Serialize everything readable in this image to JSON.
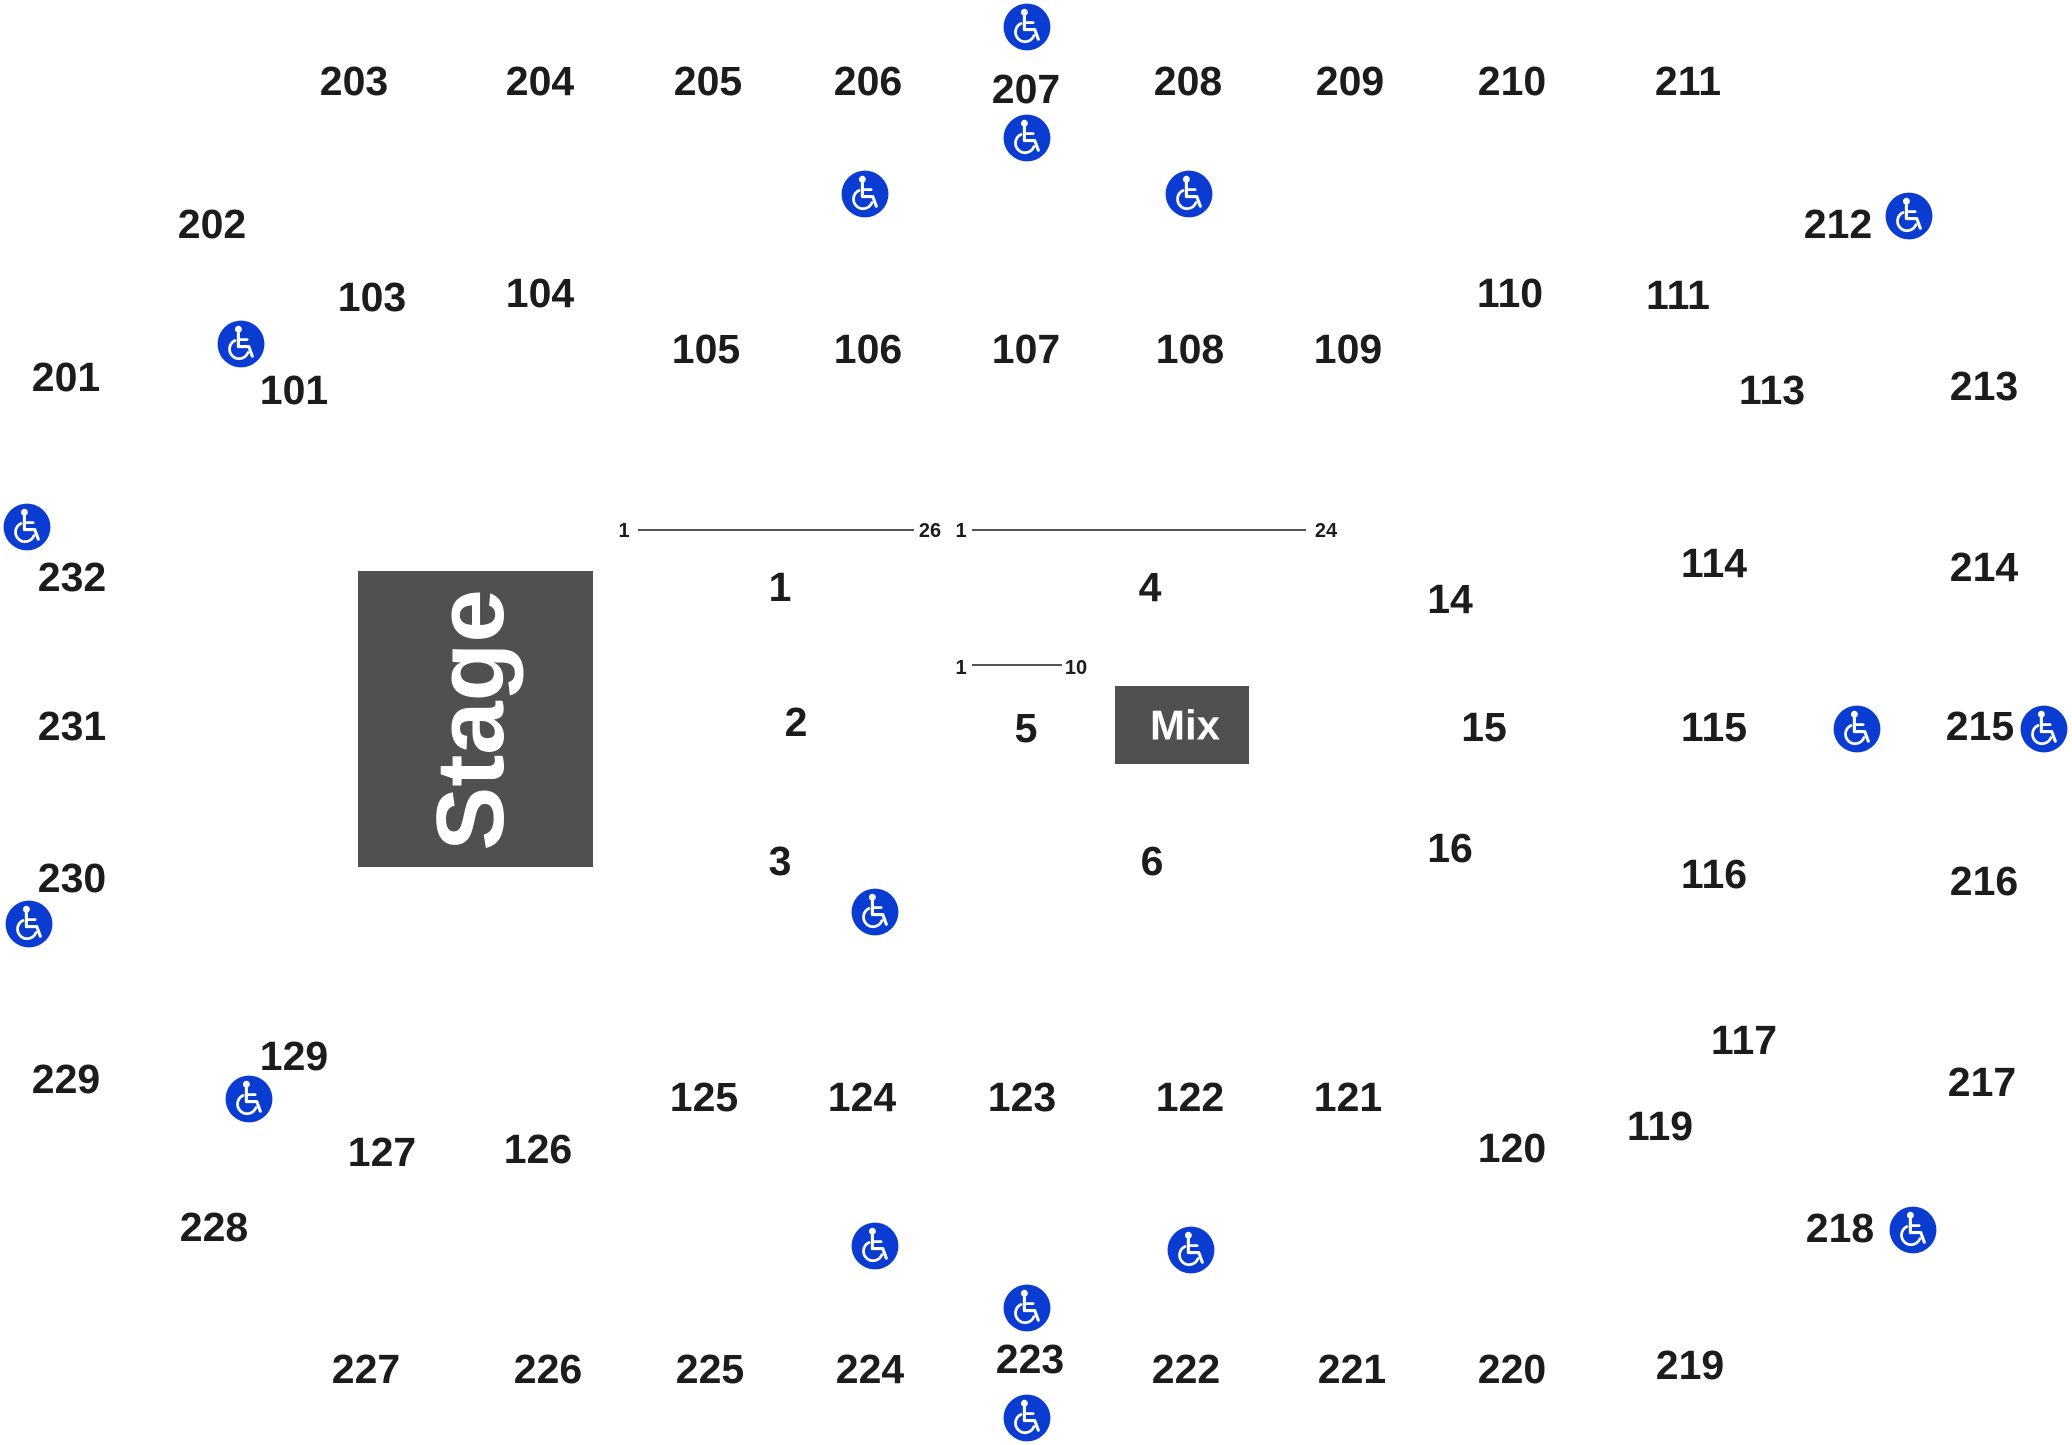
{
  "colors": {
    "stage": "#505050",
    "mix": "#505050",
    "accessible": "#0a3cd2",
    "text": "#1c1c1c",
    "background": "#ffffff"
  },
  "stage": {
    "label": "Stage"
  },
  "mix": {
    "label": "Mix"
  },
  "rows": [
    {
      "start": "1",
      "end": "26"
    },
    {
      "start": "1",
      "end": "24"
    },
    {
      "start": "1",
      "end": "10"
    }
  ],
  "accessible_icon": "wheelchair-icon",
  "sections": {
    "s203": "203",
    "s204": "204",
    "s205": "205",
    "s206": "206",
    "s207": "207",
    "s208": "208",
    "s209": "209",
    "s210": "210",
    "s211": "211",
    "s212": "212",
    "s202": "202",
    "s201": "201",
    "s213": "213",
    "s214": "214",
    "s215": "215",
    "s216": "216",
    "s217": "217",
    "s218": "218",
    "s219": "219",
    "s220": "220",
    "s221": "221",
    "s222": "222",
    "s223": "223",
    "s224": "224",
    "s225": "225",
    "s226": "226",
    "s227": "227",
    "s228": "228",
    "s229": "229",
    "s230": "230",
    "s231": "231",
    "s232": "232",
    "s101": "101",
    "s103": "103",
    "s104": "104",
    "s105": "105",
    "s106": "106",
    "s107": "107",
    "s108": "108",
    "s109": "109",
    "s110": "110",
    "s111": "111",
    "s113": "113",
    "s114": "114",
    "s115": "115",
    "s116": "116",
    "s117": "117",
    "s119": "119",
    "s120": "120",
    "s121": "121",
    "s122": "122",
    "s123": "123",
    "s124": "124",
    "s125": "125",
    "s126": "126",
    "s127": "127",
    "s129": "129",
    "s1": "1",
    "s2": "2",
    "s3": "3",
    "s4": "4",
    "s5": "5",
    "s6": "6",
    "s14": "14",
    "s15": "15",
    "s16": "16"
  }
}
